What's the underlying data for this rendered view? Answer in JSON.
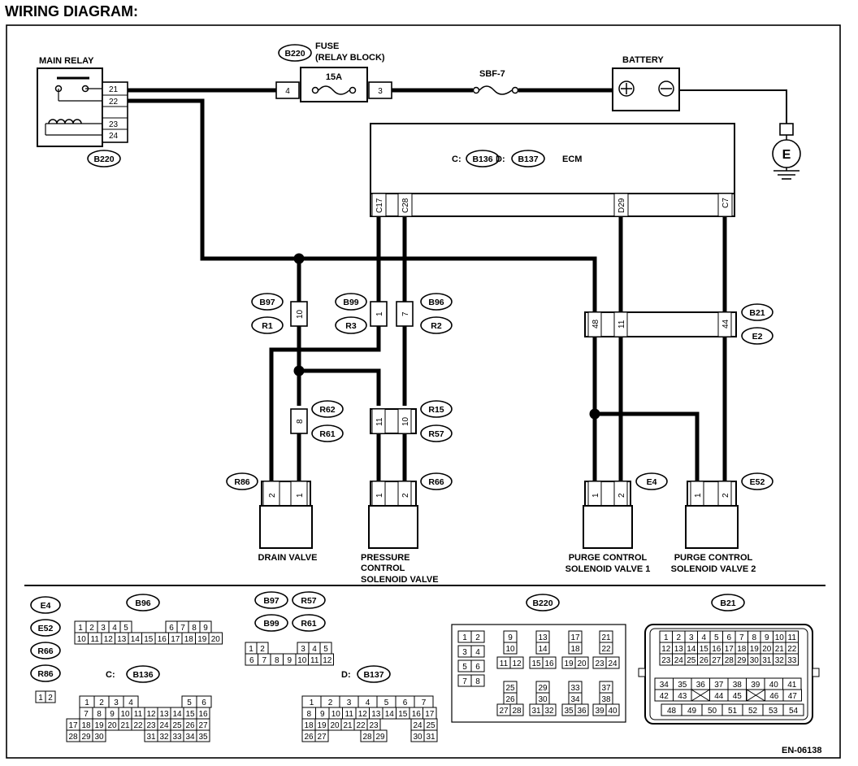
{
  "title": "WIRING DIAGRAM:",
  "footer_code": "EN-06138",
  "main_relay": {
    "label": "MAIN RELAY",
    "pins": [
      "21",
      "22",
      "23",
      "24"
    ],
    "connector": "B220"
  },
  "fuse": {
    "connector": "B220",
    "label_line1": "FUSE",
    "label_line2": "(RELAY BLOCK)",
    "rating": "15A",
    "pin_in": "4",
    "pin_out": "3"
  },
  "sbf": {
    "label": "SBF-7"
  },
  "battery": {
    "label": "BATTERY"
  },
  "ground": {
    "label": "E"
  },
  "ecm": {
    "label": "ECM",
    "c_prefix": "C:",
    "c_conn": "B136",
    "d_prefix": "D:",
    "d_conn": "B137",
    "pins": [
      "C17",
      "C28",
      "D29",
      "C7"
    ]
  },
  "joints": {
    "b97": "B97",
    "r1": "R1",
    "b97_pin": "10",
    "b99": "B99",
    "r3": "R3",
    "b99_pin": "1",
    "b96": "B96",
    "r2": "R2",
    "b96_pin": "7",
    "b21": "B21",
    "e2": "E2",
    "b21_pins": [
      "48",
      "11",
      "44"
    ],
    "r62": "R62",
    "r61": "R61",
    "r62_pin": "8",
    "r15": "R15",
    "r57": "R57",
    "r15_pins": [
      "11",
      "10"
    ]
  },
  "devices": [
    {
      "conn": "R86",
      "pins": [
        "2",
        "1"
      ],
      "name_lines": [
        "DRAIN VALVE"
      ]
    },
    {
      "conn": "R66",
      "pins": [
        "1",
        "2"
      ],
      "name_lines": [
        "PRESSURE",
        "CONTROL",
        "SOLENOID VALVE"
      ]
    },
    {
      "conn": "E4",
      "pins": [
        "1",
        "2"
      ],
      "name_lines": [
        "PURGE CONTROL",
        "SOLENOID VALVE 1"
      ]
    },
    {
      "conn": "E52",
      "pins": [
        "1",
        "2"
      ],
      "name_lines": [
        "PURGE CONTROL",
        "SOLENOID VALVE 2"
      ]
    }
  ],
  "legend": {
    "e4": "E4",
    "e52": "E52",
    "r66": "R66",
    "r86": "R86",
    "small_pins": [
      "1",
      "2"
    ],
    "b96": "B96",
    "b96_row1": [
      "1",
      "2",
      "3",
      "4",
      "5",
      "6",
      "7",
      "8",
      "9"
    ],
    "b96_row2": [
      "10",
      "11",
      "12",
      "13",
      "14",
      "15",
      "16",
      "17",
      "18",
      "19",
      "20"
    ],
    "b97": "B97",
    "r57": "R57",
    "b99": "B99",
    "r61": "R61",
    "b97_row1": [
      "1",
      "2",
      "3",
      "4",
      "5"
    ],
    "b97_row2": [
      "6",
      "7",
      "8",
      "9",
      "10",
      "11",
      "12"
    ],
    "c_prefix": "C:",
    "b136": "B136",
    "b136_row1": [
      "1",
      "2",
      "3",
      "4",
      "5",
      "6"
    ],
    "b136_row2": [
      "7",
      "8",
      "9",
      "10",
      "11",
      "12",
      "13",
      "14",
      "15",
      "16"
    ],
    "b136_row3": [
      "17",
      "18",
      "19",
      "20",
      "21",
      "22",
      "23",
      "24",
      "25",
      "26",
      "27"
    ],
    "b136_row4": [
      "28",
      "29",
      "30",
      "31",
      "32",
      "33",
      "34",
      "35"
    ],
    "d_prefix": "D:",
    "b137": "B137",
    "b137_row1": [
      "1",
      "2",
      "3",
      "4",
      "5",
      "6",
      "7"
    ],
    "b137_row2": [
      "8",
      "9",
      "10",
      "11",
      "12",
      "13",
      "14",
      "15",
      "16",
      "17"
    ],
    "b137_row3": [
      "18",
      "19",
      "20",
      "21",
      "22",
      "23",
      "24",
      "25"
    ],
    "b137_row4": [
      "26",
      "27",
      "28",
      "29",
      "30",
      "31"
    ],
    "b220": "B220",
    "b220_pins": [
      "1",
      "2",
      "3",
      "4",
      "5",
      "6",
      "7",
      "8",
      "9",
      "10",
      "11",
      "12",
      "13",
      "14",
      "15",
      "16",
      "17",
      "18",
      "19",
      "20",
      "21",
      "22",
      "23",
      "24",
      "25",
      "26",
      "27",
      "28",
      "29",
      "30",
      "31",
      "32",
      "33",
      "34",
      "35",
      "36",
      "37",
      "38",
      "39",
      "40"
    ],
    "b21": "B21",
    "b21_row1": [
      "1",
      "2",
      "3",
      "4",
      "5",
      "6",
      "7",
      "8",
      "9",
      "10",
      "11"
    ],
    "b21_row2": [
      "12",
      "13",
      "14",
      "15",
      "16",
      "17",
      "18",
      "19",
      "20",
      "21",
      "22"
    ],
    "b21_row3": [
      "23",
      "24",
      "25",
      "26",
      "27",
      "28",
      "29",
      "30",
      "31",
      "32",
      "33"
    ],
    "b21_row4": [
      "34",
      "35",
      "36",
      "37",
      "38",
      "39",
      "40",
      "41"
    ],
    "b21_row5": [
      "42",
      "43",
      "44",
      "45",
      "46",
      "47"
    ],
    "b21_row6": [
      "48",
      "49",
      "50",
      "51",
      "52",
      "53",
      "54"
    ]
  }
}
